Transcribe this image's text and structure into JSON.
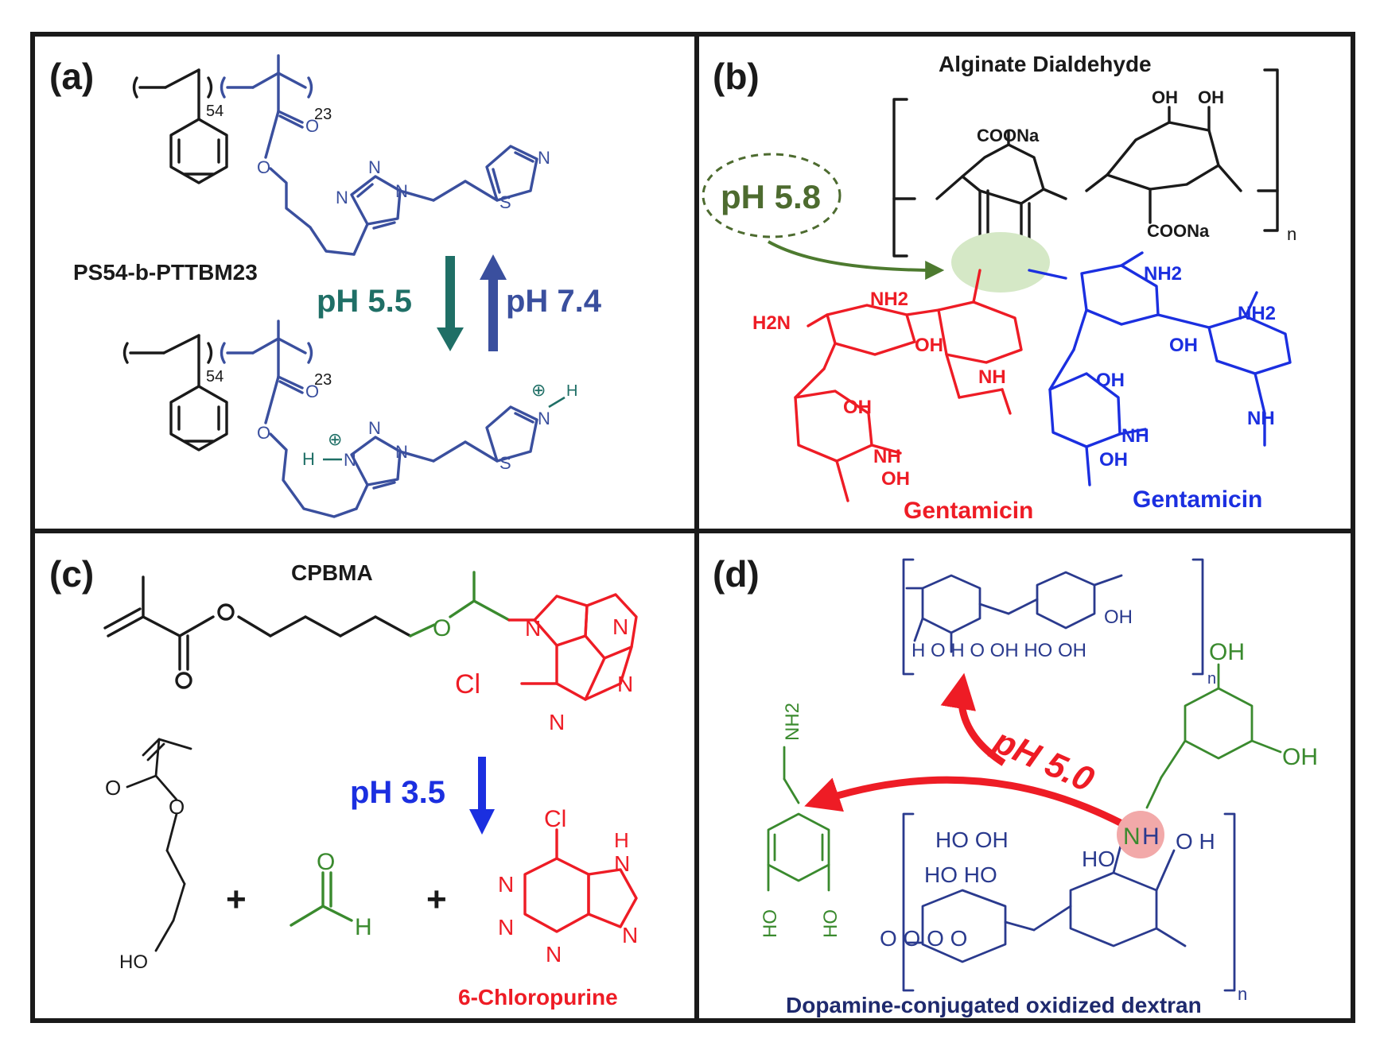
{
  "colors": {
    "black": "#1a1a1a",
    "blue": "#3a4f9e",
    "teal": "#1f6f66",
    "red": "#ee1c25",
    "green": "#3a8a2e",
    "dark_green": "#4d6b2f",
    "bright_blue": "#1b2fe0",
    "navy": "#1f2a6e",
    "highlight_green": "#d5e8c6",
    "highlight_pink": "#f2a9a9"
  },
  "panels": {
    "a": {
      "label": "(a)",
      "polymer_name": "PS54-b-PTTBM23",
      "sub_54": "54",
      "sub_23": "23",
      "acid_ph": "pH 5.5",
      "neutral_ph": "pH 7.4",
      "atoms": {
        "O": "O",
        "N": "N",
        "S": "S",
        "H": "H",
        "plus": "⊕"
      }
    },
    "b": {
      "label": "(b)",
      "title": "Alginate Dialdehyde",
      "ph": "pH 5.8",
      "coona": "COONa",
      "oh": "OH",
      "nh2": "NH2",
      "h2n": "H2N",
      "nh": "NH",
      "n_sub": "n",
      "drug_red": "Gentamicin",
      "drug_blue": "Gentamicin"
    },
    "c": {
      "label": "(c)",
      "monomer": "CPBMA",
      "ph": "pH 3.5",
      "cl": "Cl",
      "ho": "HO",
      "plus": "+",
      "product": "6-Chloropurine"
    },
    "d": {
      "label": "(d)",
      "ph": "pH 5.0",
      "nh2": "NH2",
      "caption": "Dopamine-conjugated oxidized dextran",
      "n_sub": "n"
    }
  }
}
